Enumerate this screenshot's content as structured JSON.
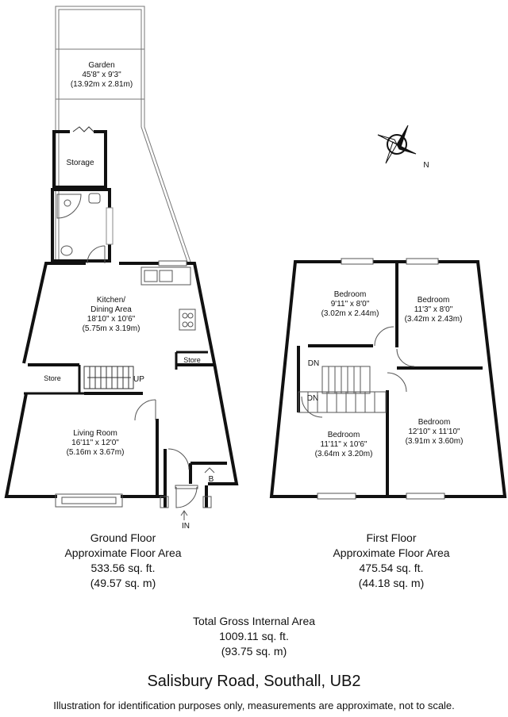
{
  "garden": {
    "name": "Garden",
    "imperial": "45'8\" x 9'3\"",
    "metric": "(13.92m x 2.81m)"
  },
  "storage": {
    "name": "Storage"
  },
  "kitchen": {
    "name": "Kitchen/",
    "name2": "Dining Area",
    "imperial": "18'10\" x 10'6\"",
    "metric": "(5.75m x 3.19m)"
  },
  "living": {
    "name": "Living Room",
    "imperial": "16'11\" x 12'0\"",
    "metric": "(5.16m x 3.67m)"
  },
  "ground_labels": {
    "store_left": "Store",
    "store_right": "Store",
    "up": "UP",
    "b": "B",
    "in": "IN"
  },
  "first_labels": {
    "dn_top": "DN",
    "dn_bottom": "DN"
  },
  "bed1": {
    "name": "Bedroom",
    "imperial": "9'11\" x 8'0\"",
    "metric": "(3.02m x 2.44m)"
  },
  "bed2": {
    "name": "Bedroom",
    "imperial": "11'3\" x 8'0\"",
    "metric": "(3.42m x 2.43m)"
  },
  "bed3": {
    "name": "Bedroom",
    "imperial": "11'11\" x 10'6\"",
    "metric": "(3.64m x 3.20m)"
  },
  "bed4": {
    "name": "Bedroom",
    "imperial": "12'10\" x 11'10\"",
    "metric": "(3.91m x 3.60m)"
  },
  "compass": {
    "label": "N"
  },
  "ground_floor": {
    "title": "Ground Floor",
    "subtitle": "Approximate Floor Area",
    "sqft": "533.56 sq. ft.",
    "sqm": "(49.57 sq. m)"
  },
  "first_floor": {
    "title": "First Floor",
    "subtitle": "Approximate Floor Area",
    "sqft": "475.54 sq. ft.",
    "sqm": "(44.18 sq. m)"
  },
  "total": {
    "title": "Total Gross Internal Area",
    "sqft": "1009.11 sq. ft.",
    "sqm": "(93.75 sq. m)"
  },
  "address": "Salisbury Road, Southall, UB2",
  "disclaimer": "Illustration for identification purposes only, measurements are approximate, not to scale."
}
